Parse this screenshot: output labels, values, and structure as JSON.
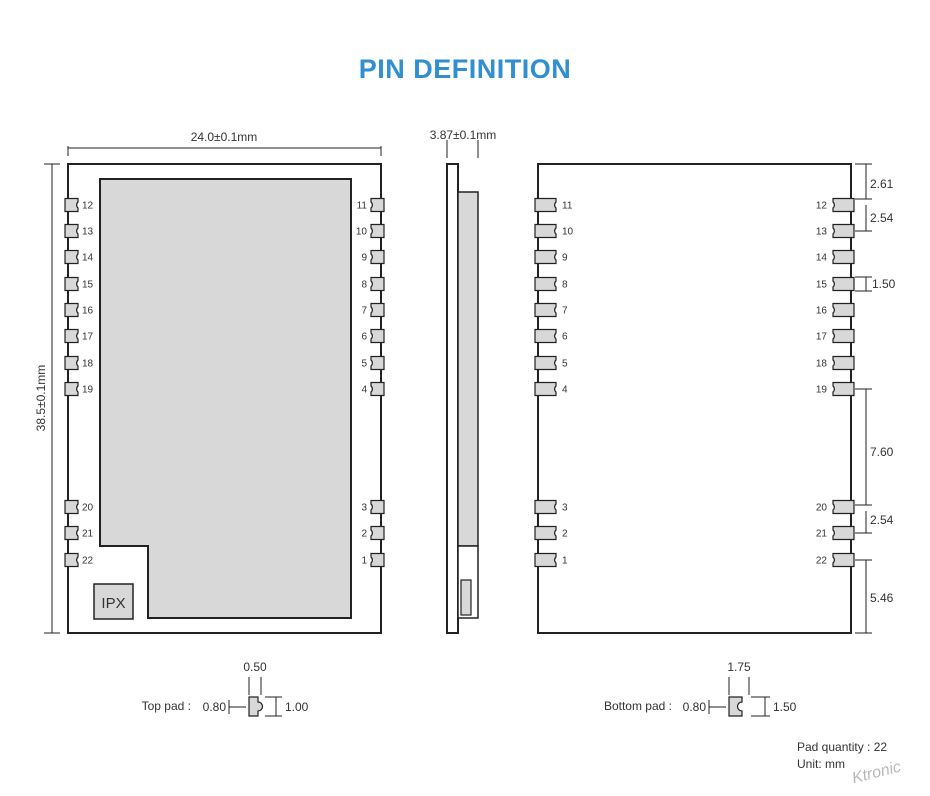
{
  "title": "PIN DEFINITION",
  "top_view": {
    "width_label": "24.0±0.1mm",
    "height_label": "38.5±0.1mm",
    "antenna_label": "IPX",
    "left_pins": [
      "12",
      "13",
      "14",
      "15",
      "16",
      "17",
      "18",
      "19",
      "20",
      "21",
      "22"
    ],
    "right_pins": [
      "11",
      "10",
      "9",
      "8",
      "7",
      "6",
      "5",
      "4",
      "3",
      "2",
      "1"
    ]
  },
  "side_view": {
    "thickness_label": "3.87±0.1mm"
  },
  "bottom_view": {
    "left_pins": [
      "11",
      "10",
      "9",
      "8",
      "7",
      "6",
      "5",
      "4",
      "3",
      "2",
      "1"
    ],
    "right_pins": [
      "12",
      "13",
      "14",
      "15",
      "16",
      "17",
      "18",
      "19",
      "20",
      "21",
      "22"
    ],
    "dims": [
      "2.61",
      "2.54",
      "1.50",
      "7.60",
      "2.54",
      "5.46"
    ]
  },
  "top_pad": {
    "label": "Top pad :",
    "width": "0.50",
    "left": "0.80",
    "right": "1.00"
  },
  "bottom_pad": {
    "label": "Bottom pad :",
    "width": "1.75",
    "left": "0.80",
    "right": "1.50"
  },
  "footer": {
    "pad_quantity": "Pad quantity : 22",
    "unit": "Unit:  mm",
    "watermark": "Ktronic"
  },
  "colors": {
    "title": "#2f8fd1",
    "shield": "#d8d8d8",
    "outline": "#222222"
  }
}
